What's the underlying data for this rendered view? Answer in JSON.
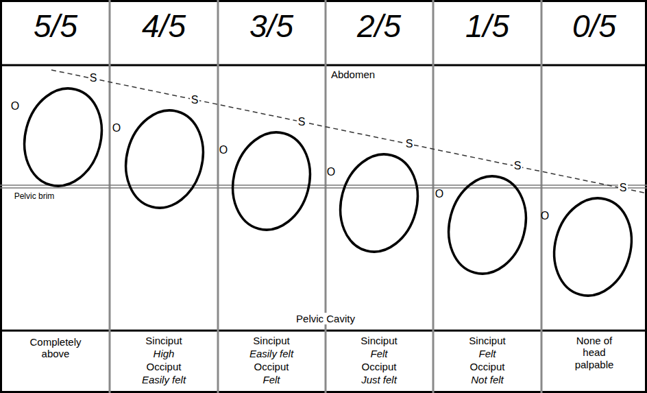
{
  "diagram": {
    "labels": [
      "5/5",
      "4/5",
      "3/5",
      "2/5",
      "1/5",
      "0/5",
      "Abdomen",
      "S",
      "O",
      "S",
      "O",
      "S",
      "O",
      "S",
      "O",
      "S",
      "O",
      "S",
      "O",
      "Pelvic brim",
      "Pelvic Cavity",
      "Completely above",
      "Sinciput",
      "High",
      "Occiput",
      "Easily felt",
      "Sinciput",
      "Easily felt",
      "Occiput",
      "Felt",
      "Sinciput",
      "Felt",
      "Occiput",
      "Just felt",
      "Sinciput",
      "Felt",
      "Occiput",
      "Not felt",
      "None of head palpable"
    ]
  }
}
